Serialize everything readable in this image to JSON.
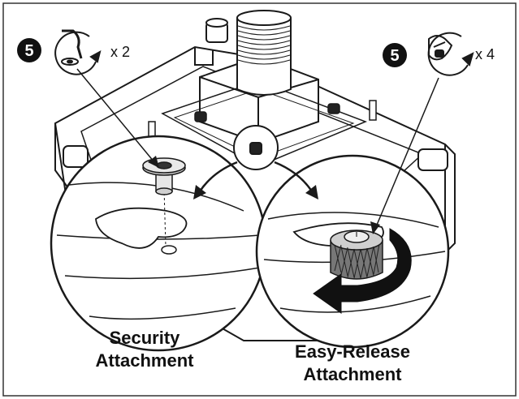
{
  "steps": [
    {
      "number": "5",
      "count": "x 2",
      "icon": "allen-key-rotate-icon"
    },
    {
      "number": "5",
      "count": "x 4",
      "icon": "hand-tighten-rotate-icon"
    }
  ],
  "labels": {
    "security_line1": "Security",
    "security_line2": "Attachment",
    "easy_line1": "Easy-Release",
    "easy_line2": "Attachment"
  },
  "colors": {
    "stroke": "#1a1a1a",
    "fill": "#ffffff",
    "badge": "#111111"
  }
}
